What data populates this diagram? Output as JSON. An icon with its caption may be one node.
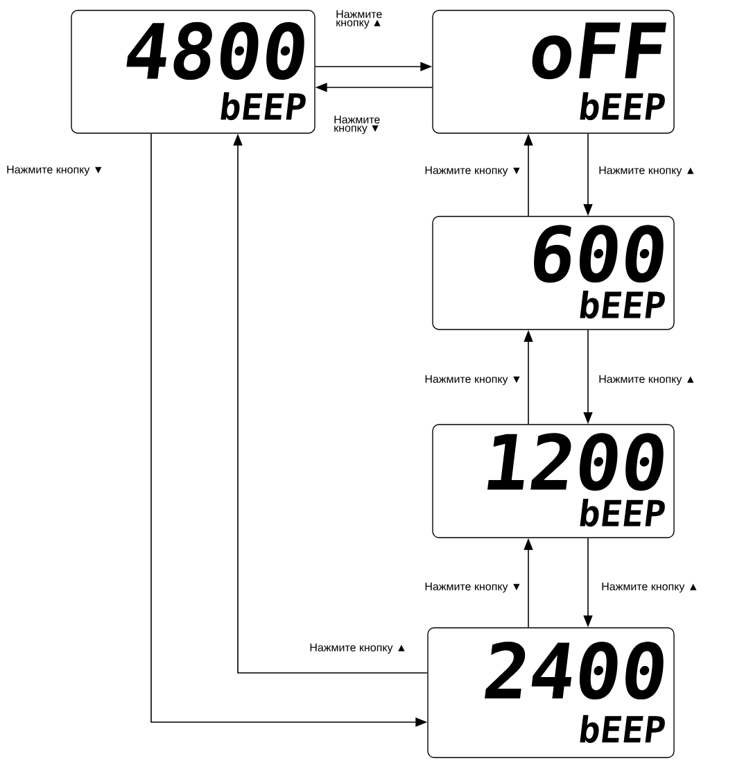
{
  "diagram": {
    "nodes": [
      {
        "text": [
          "4800",
          "bEEP"
        ]
      },
      {
        "text": [
          "oFF",
          "bEEP"
        ]
      },
      {
        "text": [
          "600",
          "bEEP"
        ]
      },
      {
        "text": [
          "1200",
          "bEEP"
        ]
      },
      {
        "text": [
          "2400",
          "bEEP"
        ]
      }
    ],
    "edges": [
      {
        "from": 0,
        "to": 1,
        "arrow": "to",
        "label": "Нажмите кнопку ▲"
      },
      {
        "from": 1,
        "to": 0,
        "arrow": "to",
        "label": "Нажмите кнопку ▼"
      },
      {
        "from": 2,
        "to": 1,
        "arrow": "to",
        "label": "Нажмите кнопку ▼"
      },
      {
        "from": 1,
        "to": 2,
        "arrow": "to",
        "label": "Нажмите кнопку ▲"
      },
      {
        "from": 3,
        "to": 2,
        "arrow": "to",
        "label": "Нажмите кнопку ▼"
      },
      {
        "from": 2,
        "to": 3,
        "arrow": "to",
        "label": "Нажмите кнопку ▲"
      },
      {
        "from": 4,
        "to": 3,
        "arrow": "to",
        "label": "Нажмите кнопку ▼"
      },
      {
        "from": 3,
        "to": 4,
        "arrow": "to",
        "label": "Нажмите кнопку ▲"
      },
      {
        "from": 4,
        "to": 0,
        "arrow": "to",
        "label": "Нажмите кнопку ▲"
      },
      {
        "from": 0,
        "to": 4,
        "arrow": "to",
        "label": "Нажмите кнопку ▼"
      }
    ]
  }
}
